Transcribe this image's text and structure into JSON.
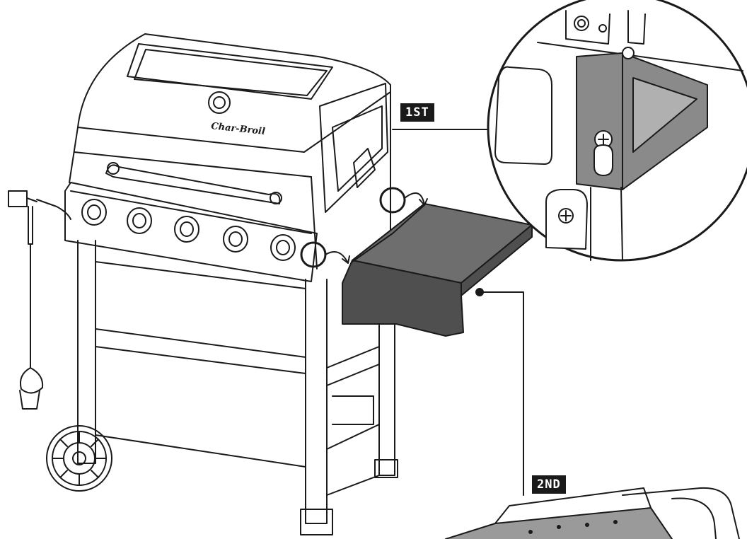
{
  "brand_logo": "Char-Broil",
  "steps": {
    "first": "1ST",
    "second": "2ND"
  },
  "colors": {
    "line": "#1a1a1a",
    "shelf": "#6e6e6e",
    "shelf_dark": "#4f4f4f",
    "label_bg": "#1a1a1a",
    "label_text": "#ffffff"
  }
}
